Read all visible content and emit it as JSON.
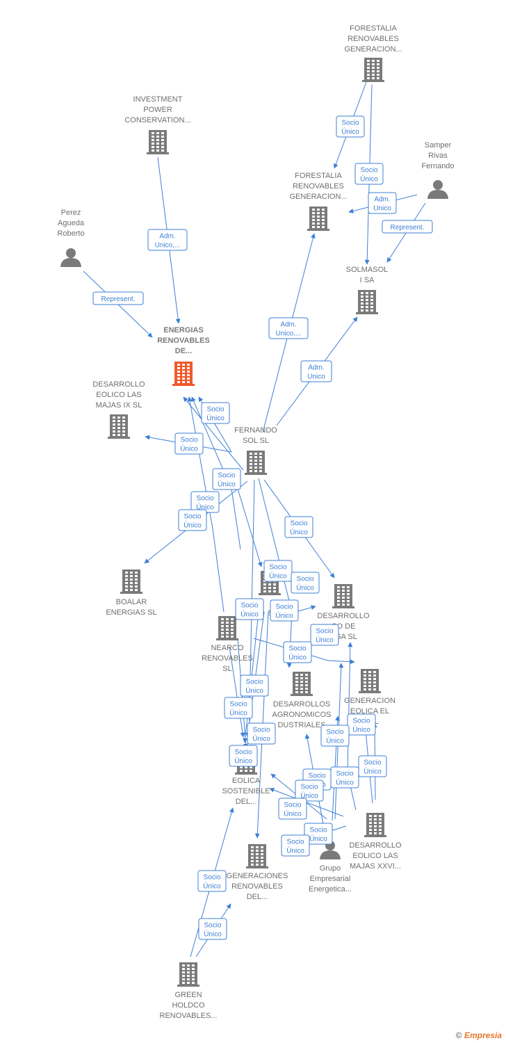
{
  "colors": {
    "edge": "#3d7fd6",
    "node": "#7a7a7a",
    "main_node": "#ef5a2a"
  },
  "nodes": [
    {
      "id": "forestalia_top",
      "type": "company",
      "lines": [
        "FORESTALIA",
        "RENOVABLES",
        "GENERACION..."
      ]
    },
    {
      "id": "investment",
      "type": "company",
      "lines": [
        "INVESTMENT",
        "POWER",
        "CONSERVATION..."
      ]
    },
    {
      "id": "samper",
      "type": "person",
      "lines": [
        "Samper",
        "Rivas",
        "Fernando"
      ]
    },
    {
      "id": "forestalia_mid",
      "type": "company",
      "lines": [
        "FORESTALIA",
        "RENOVABLES",
        "GENERACION..."
      ]
    },
    {
      "id": "perez",
      "type": "person",
      "lines": [
        "Perez",
        "Agueda",
        "Roberto"
      ]
    },
    {
      "id": "solmasol",
      "type": "company",
      "lines": [
        "SOLMASOL",
        "I SA"
      ]
    },
    {
      "id": "energias",
      "type": "main",
      "lines": [
        "ENERGIAS",
        "RENOVABLES",
        "DE..."
      ]
    },
    {
      "id": "majas_ix",
      "type": "company",
      "lines": [
        "DESARROLLO",
        "EOLICO LAS",
        "MAJAS IX  SL"
      ]
    },
    {
      "id": "fernando",
      "type": "company",
      "lines": [
        "FERNANDO",
        "SOL SL"
      ]
    },
    {
      "id": "boalar",
      "type": "company",
      "lines": [
        "BOALAR",
        "ENERGIAS  SL"
      ]
    },
    {
      "id": "s_sl",
      "type": "company",
      "lines": [
        "S",
        "SL"
      ]
    },
    {
      "id": "desarrollo_ga",
      "type": "company",
      "lines": [
        "DESARROLLO",
        "CO DE",
        "UGA SL"
      ]
    },
    {
      "id": "nearco",
      "type": "company",
      "lines": [
        "NEARCO",
        "RENOVABLES",
        "SL"
      ]
    },
    {
      "id": "agronomicos",
      "type": "company",
      "lines": [
        "DESARROLLOS",
        "AGRONOMICOS",
        "DUSTRIALES"
      ]
    },
    {
      "id": "generacion_eolica",
      "type": "company",
      "lines": [
        "GENERACION",
        "EOLICA EL",
        "O SL"
      ]
    },
    {
      "id": "eolica_sostenible",
      "type": "company",
      "lines": [
        "EOLICA",
        "SOSTENIBLE",
        "DEL..."
      ]
    },
    {
      "id": "majas_xxvi",
      "type": "company",
      "lines": [
        "DESARROLLO",
        "EOLICO LAS",
        "MAJAS XXVI..."
      ]
    },
    {
      "id": "grupo",
      "type": "person",
      "lines": [
        "Grupo",
        "Empresarial",
        "Energetica..."
      ]
    },
    {
      "id": "generaciones",
      "type": "company",
      "lines": [
        "GENERACIONES",
        "RENOVABLES",
        "DEL..."
      ]
    },
    {
      "id": "green",
      "type": "company",
      "lines": [
        "GREEN",
        "HOLDCO",
        "RENOVABLES..."
      ]
    }
  ],
  "badges": [
    {
      "lines": [
        "Socio",
        "Único"
      ]
    },
    {
      "lines": [
        "Socio",
        "Único"
      ]
    },
    {
      "lines": [
        "Adm.",
        "Unico"
      ]
    },
    {
      "lines": [
        "Represent."
      ]
    },
    {
      "lines": [
        "Adm.",
        "Unico,..."
      ]
    },
    {
      "lines": [
        "Represent."
      ]
    },
    {
      "lines": [
        "Adm.",
        "Unico,..."
      ]
    },
    {
      "lines": [
        "Adm.",
        "Unico"
      ]
    },
    {
      "lines": [
        "Socio",
        "Único"
      ]
    },
    {
      "lines": [
        "Socio",
        "Único"
      ]
    },
    {
      "lines": [
        "Socio",
        "Único"
      ]
    },
    {
      "lines": [
        "Socio",
        "Único"
      ]
    },
    {
      "lines": [
        "Socio",
        "Único"
      ]
    },
    {
      "lines": [
        "Socio",
        "Único"
      ]
    },
    {
      "lines": [
        "Socio",
        "Único"
      ]
    },
    {
      "lines": [
        "Socio",
        "Único"
      ]
    },
    {
      "lines": [
        "Socio",
        "Único"
      ]
    },
    {
      "lines": [
        "Socio",
        "Único"
      ]
    },
    {
      "lines": [
        "Socio",
        "Único"
      ]
    },
    {
      "lines": [
        "Socio",
        "Único"
      ]
    },
    {
      "lines": [
        "Socio",
        "Único"
      ]
    },
    {
      "lines": [
        "Socio",
        "Único"
      ]
    },
    {
      "lines": [
        "Socio",
        "Único"
      ]
    },
    {
      "lines": [
        "Socio",
        "Único"
      ]
    },
    {
      "lines": [
        "Socio",
        "Único"
      ]
    },
    {
      "lines": [
        "Socio",
        "Único"
      ]
    },
    {
      "lines": [
        "Socio",
        "Único"
      ]
    },
    {
      "lines": [
        "Socio",
        "Único"
      ]
    },
    {
      "lines": [
        "Socio",
        "Único"
      ]
    },
    {
      "lines": [
        "Socio",
        "Único"
      ]
    },
    {
      "lines": [
        "Socio",
        "Único"
      ]
    },
    {
      "lines": [
        "Socio",
        "Único"
      ]
    },
    {
      "lines": [
        "Socio",
        "Único"
      ]
    },
    {
      "lines": [
        "Socio",
        "Único"
      ]
    },
    {
      "lines": [
        "Socio",
        "Único"
      ]
    },
    {
      "lines": [
        "Socio",
        "Único"
      ]
    },
    {
      "lines": [
        "Socio",
        "Único"
      ]
    }
  ],
  "footer": {
    "copyright": "©",
    "brand": "Empresia"
  }
}
